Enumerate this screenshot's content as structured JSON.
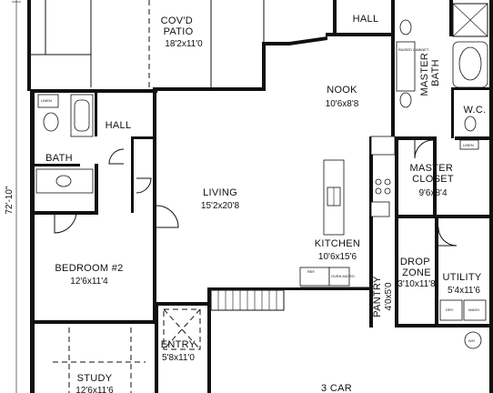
{
  "rooms": {
    "patio": {
      "name": "COV'D\nPATIO",
      "dims": "18'2x11'0"
    },
    "hall_top": {
      "name": "HALL"
    },
    "nook": {
      "name": "NOOK",
      "dims": "10'6x8'8"
    },
    "master_bath": {
      "name": "MASTER\nBATH"
    },
    "wc": {
      "name": "W.C."
    },
    "hall_left": {
      "name": "HALL"
    },
    "bath": {
      "name": "BATH"
    },
    "living": {
      "name": "LIVING",
      "dims": "15'2x20'8"
    },
    "master_closet": {
      "name": "MASTER\nCLOSET",
      "dims": "9'6x8'4"
    },
    "bedroom2": {
      "name": "BEDROOM #2",
      "dims": "12'6x11'4"
    },
    "kitchen": {
      "name": "KITCHEN",
      "dims": "10'6x15'6"
    },
    "drop_zone": {
      "name": "DROP\nZONE",
      "dims": "3'10x11'8"
    },
    "utility": {
      "name": "UTILITY",
      "dims": "5'4x11'6"
    },
    "pantry": {
      "name": "PANTRY",
      "dims": "4'0x5'0"
    },
    "entry": {
      "name": "ENTRY",
      "dims": "5'8x11'0"
    },
    "study": {
      "name": "STUDY",
      "dims": "12'6x11'6"
    },
    "garage": {
      "name": "3 CAR"
    }
  },
  "dimension_left": "72'-10\"",
  "fixture_labels": {
    "linen_left": "LINEN",
    "linen_wc": "LINEN",
    "raised_cabinet": "RAISED\nCABINET",
    "ref": "REF.",
    "oven": "OVEN\nMICRO",
    "dryer": "DRY.",
    "washer": "WASH",
    "water_heater": "WH"
  }
}
